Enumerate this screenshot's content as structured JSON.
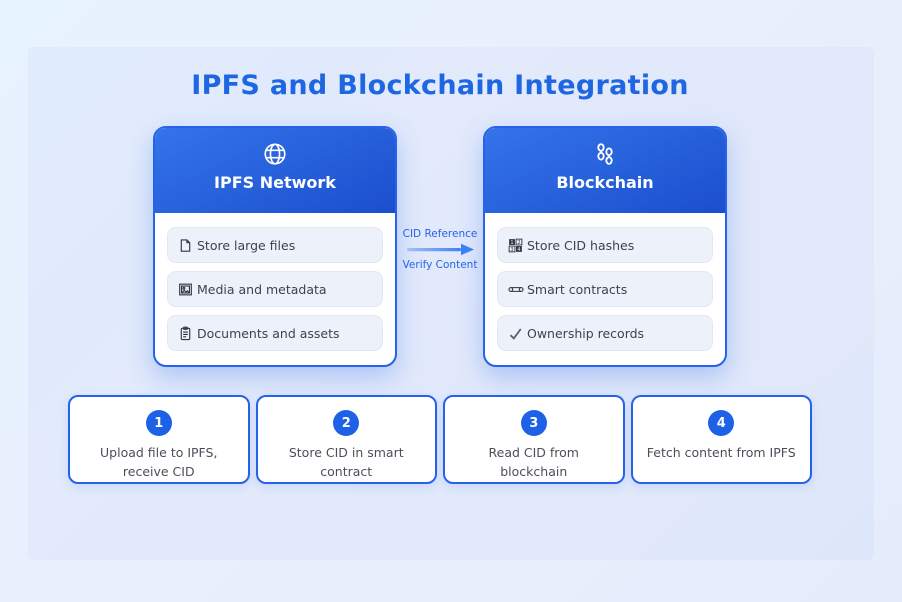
{
  "title": "IPFS and Blockchain Integration",
  "flow": {
    "ipfs": {
      "title": "IPFS Network",
      "icon": "globe-icon",
      "items": [
        {
          "icon": "file-icon",
          "label": "Store large files"
        },
        {
          "icon": "image-icon",
          "label": "Media and metadata"
        },
        {
          "icon": "clipboard-icon",
          "label": "Documents and assets"
        }
      ]
    },
    "connector": {
      "top_label": "CID Reference",
      "bottom_label": "Verify Content",
      "direction": "right"
    },
    "blockchain": {
      "title": "Blockchain",
      "icon": "chain-icon",
      "items": [
        {
          "icon": "numbers-icon",
          "label": "Store CID hashes"
        },
        {
          "icon": "scroll-icon",
          "label": "Smart contracts"
        },
        {
          "icon": "check-icon",
          "label": "Ownership records"
        }
      ]
    }
  },
  "steps": [
    {
      "number": "1",
      "label": "Upload file to IPFS, receive CID"
    },
    {
      "number": "2",
      "label": "Store CID in smart contract"
    },
    {
      "number": "3",
      "label": "Read CID from blockchain"
    },
    {
      "number": "4",
      "label": "Fetch content from IPFS"
    }
  ],
  "icons": {
    "numbers_digits": [
      "1",
      "2",
      "3",
      "4"
    ]
  },
  "colors": {
    "accent": "#2563eb",
    "title_text": "#1e66e2",
    "header_gradient_start": "#3474ea",
    "header_gradient_end": "#1b4ecd",
    "badge": "#1d61e6",
    "arrow": "#3b82f6",
    "item_bg": "#edf1fa",
    "page_bg": "#e9f0fd"
  }
}
